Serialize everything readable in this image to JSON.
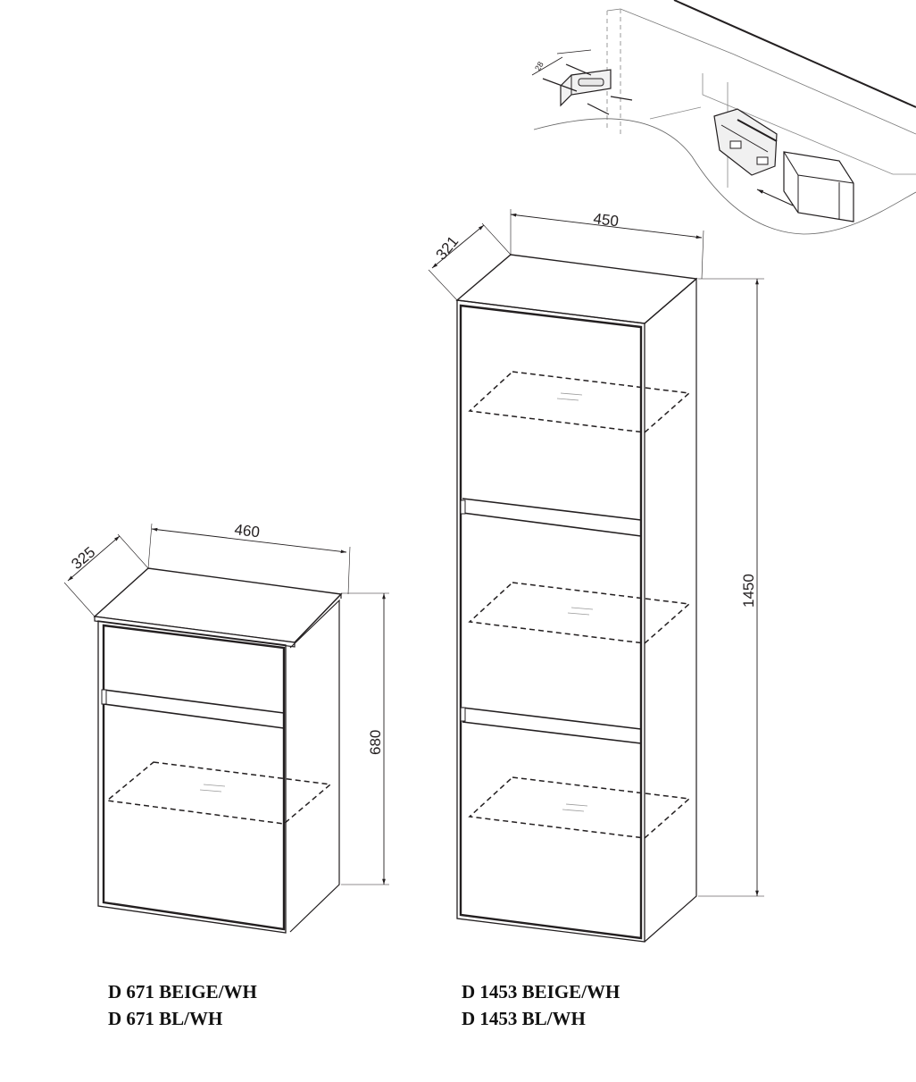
{
  "small_cabinet": {
    "width": "460",
    "depth": "325",
    "height": "680",
    "models": [
      "D 671 BEIGE/WH",
      "D 671 BL/WH"
    ]
  },
  "tall_cabinet": {
    "width": "450",
    "depth": "321",
    "height": "1450",
    "models": [
      "D 1453 BEIGE/WH",
      "D 1453 BL/WH"
    ]
  },
  "mounting_detail": {
    "bracket_spacing": "28"
  }
}
